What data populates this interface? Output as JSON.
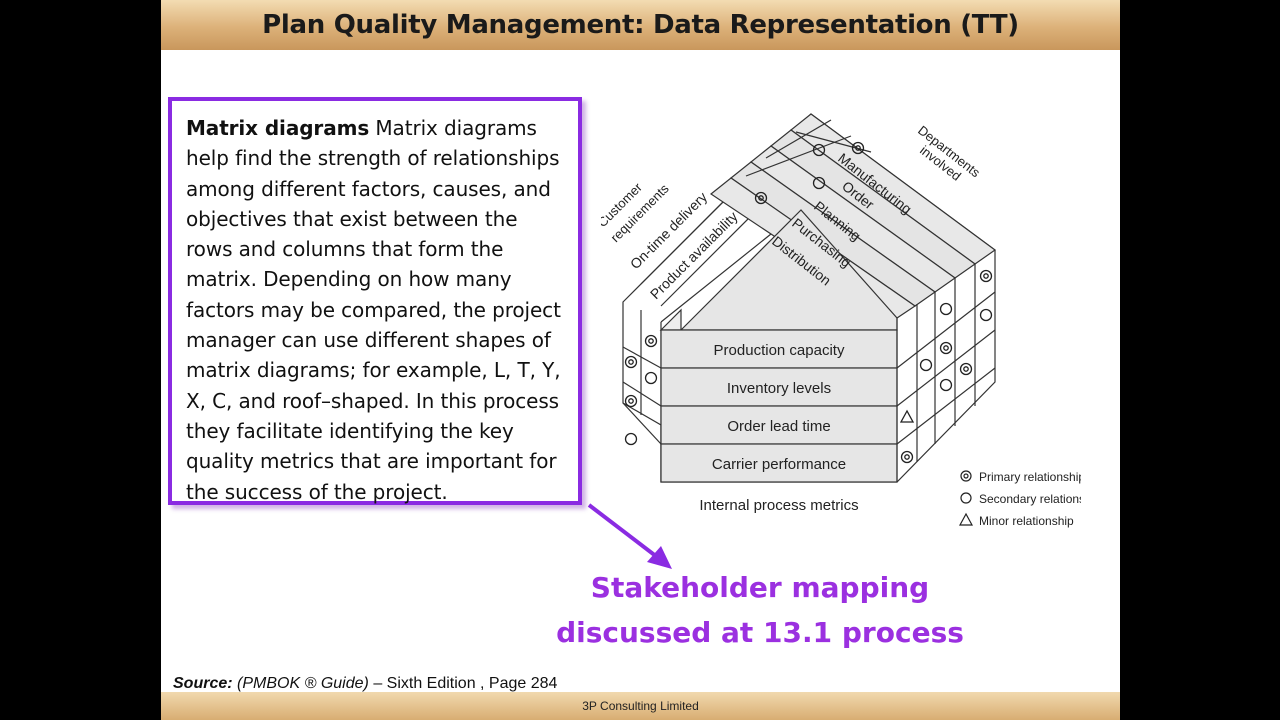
{
  "header": {
    "title": "Plan Quality Management: Data Representation (TT)"
  },
  "definition": {
    "term": "Matrix diagrams",
    "body": "Matrix diagrams help find the strength of relationships among different factors, causes, and objectives that exist between the rows and columns that form the matrix. Depending on how many factors may be compared, the project manager can use different shapes of matrix diagrams; for example, L, T, Y, X, C, and roof–shaped. In this process they facilitate identifying the key quality metrics that are important for the success of the project."
  },
  "callout": {
    "line1": "Stakeholder mapping",
    "line2": "discussed at 13.1 process"
  },
  "source": {
    "label": "Source:",
    "book": "(PMBOK ® Guide)",
    "rest": "– Sixth Edition , Page 284"
  },
  "footer": {
    "company": "3P Consulting Limited"
  },
  "diagram": {
    "customer_header": [
      "Customer",
      "requirements"
    ],
    "customer_requirements": [
      "On-time delivery",
      "Product availability"
    ],
    "departments_header": [
      "Departments",
      "involved"
    ],
    "departments": [
      "Manufacturing",
      "Order",
      "Planning",
      "Purchasing",
      "Distribution"
    ],
    "metrics": [
      "Production capacity",
      "Inventory levels",
      "Order lead time",
      "Carrier performance"
    ],
    "metrics_caption": "Internal process metrics",
    "legend": [
      {
        "symbol": "primary",
        "label": "Primary relationship"
      },
      {
        "symbol": "secondary",
        "label": "Secondary relationship"
      },
      {
        "symbol": "minor",
        "label": "Minor relationship"
      }
    ]
  },
  "colors": {
    "accent_purple": "#8a2be2",
    "callout_purple": "#9b30e0",
    "header_tan": "#dcb179"
  }
}
